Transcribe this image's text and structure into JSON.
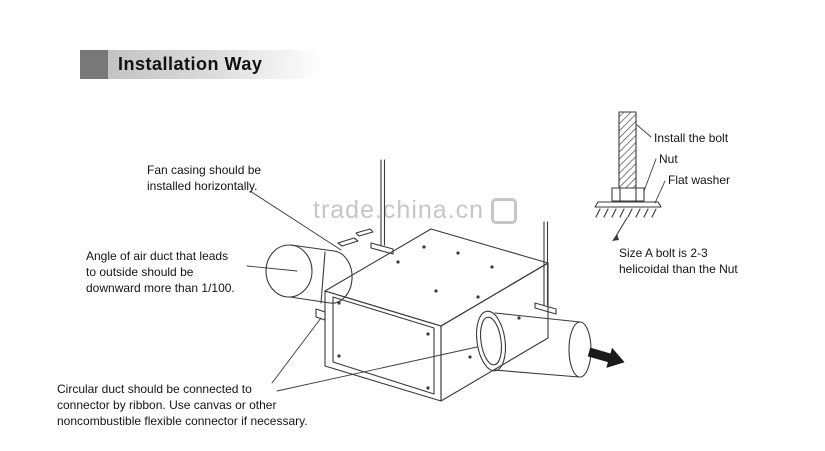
{
  "title": {
    "label": "Installation Way"
  },
  "watermark": {
    "text": "trade.china.cn"
  },
  "notes": {
    "fan_casing": "Fan casing should be\ninstalled horizontally.",
    "air_duct_angle": "Angle of air duct that leads\nto outside should be\ndownward more than 1/100.",
    "circular_duct": "Circular duct should be connected to\nconnector by ribbon. Use canvas or other\nnoncombustible flexible connector if necessary.",
    "bolt_size": "Size A bolt is 2-3\nhelicoidal than the Nut",
    "install_bolt": "Install the bolt",
    "nut": "Nut",
    "flat_washer": "Flat washer"
  },
  "colors": {
    "line": "#3a3a3a",
    "watermark": "#c6c6c6",
    "title_square": "#787878",
    "title_bar_from": "#c3c3c3",
    "title_bar_to": "#ffffff"
  }
}
